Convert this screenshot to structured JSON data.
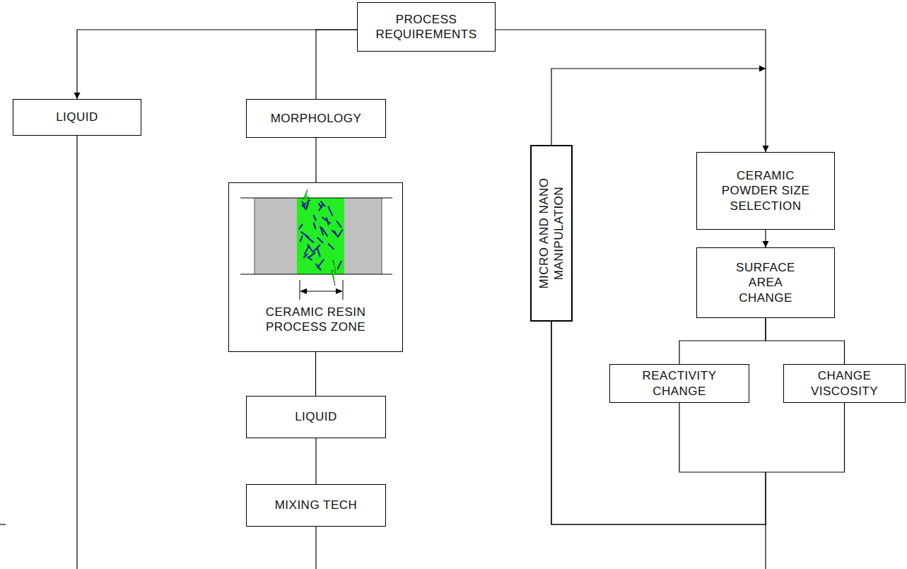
{
  "diagram": {
    "nodes": [
      {
        "text": [
          "PROCESS REQUIREMENTS"
        ]
      },
      {
        "text": [
          "LIQUID"
        ]
      },
      {
        "text": [
          "MORPHOLOGY"
        ]
      },
      {
        "text": [
          "CERAMIC RESIN PROCESS ZONE"
        ]
      },
      {
        "text": [
          "LIQUID"
        ]
      },
      {
        "text": [
          "MIXING TECH"
        ]
      },
      {
        "text": [
          "MICRO AND NANO MANIPULATION"
        ]
      },
      {
        "text": [
          "CERAMIC POWDER SIZE SELECTION"
        ]
      },
      {
        "text": [
          "SURFACE AREA CHANGE"
        ]
      },
      {
        "text": [
          "REACTIVITY CHANGE"
        ]
      },
      {
        "text": [
          "CHANGE VISCOSITY"
        ]
      }
    ],
    "edges": [
      {
        "from": 0,
        "to": 1,
        "arrow": "to"
      },
      {
        "from": 0,
        "to": 2,
        "arrow": "none"
      },
      {
        "from": 0,
        "to": 7,
        "arrow": "to"
      },
      {
        "from": 2,
        "to": 3,
        "arrow": "none"
      },
      {
        "from": 3,
        "to": 4,
        "arrow": "none"
      },
      {
        "from": 4,
        "to": 5,
        "arrow": "none"
      },
      {
        "from": 7,
        "to": 8,
        "arrow": "to"
      },
      {
        "from": 8,
        "to": 9,
        "arrow": "none"
      },
      {
        "from": 8,
        "to": 10,
        "arrow": "none"
      },
      {
        "from": 9,
        "to": 6,
        "arrow": "none"
      },
      {
        "from": 10,
        "to": 6,
        "arrow": "none"
      },
      {
        "from": 6,
        "to": 7,
        "arrow": "to"
      }
    ]
  }
}
